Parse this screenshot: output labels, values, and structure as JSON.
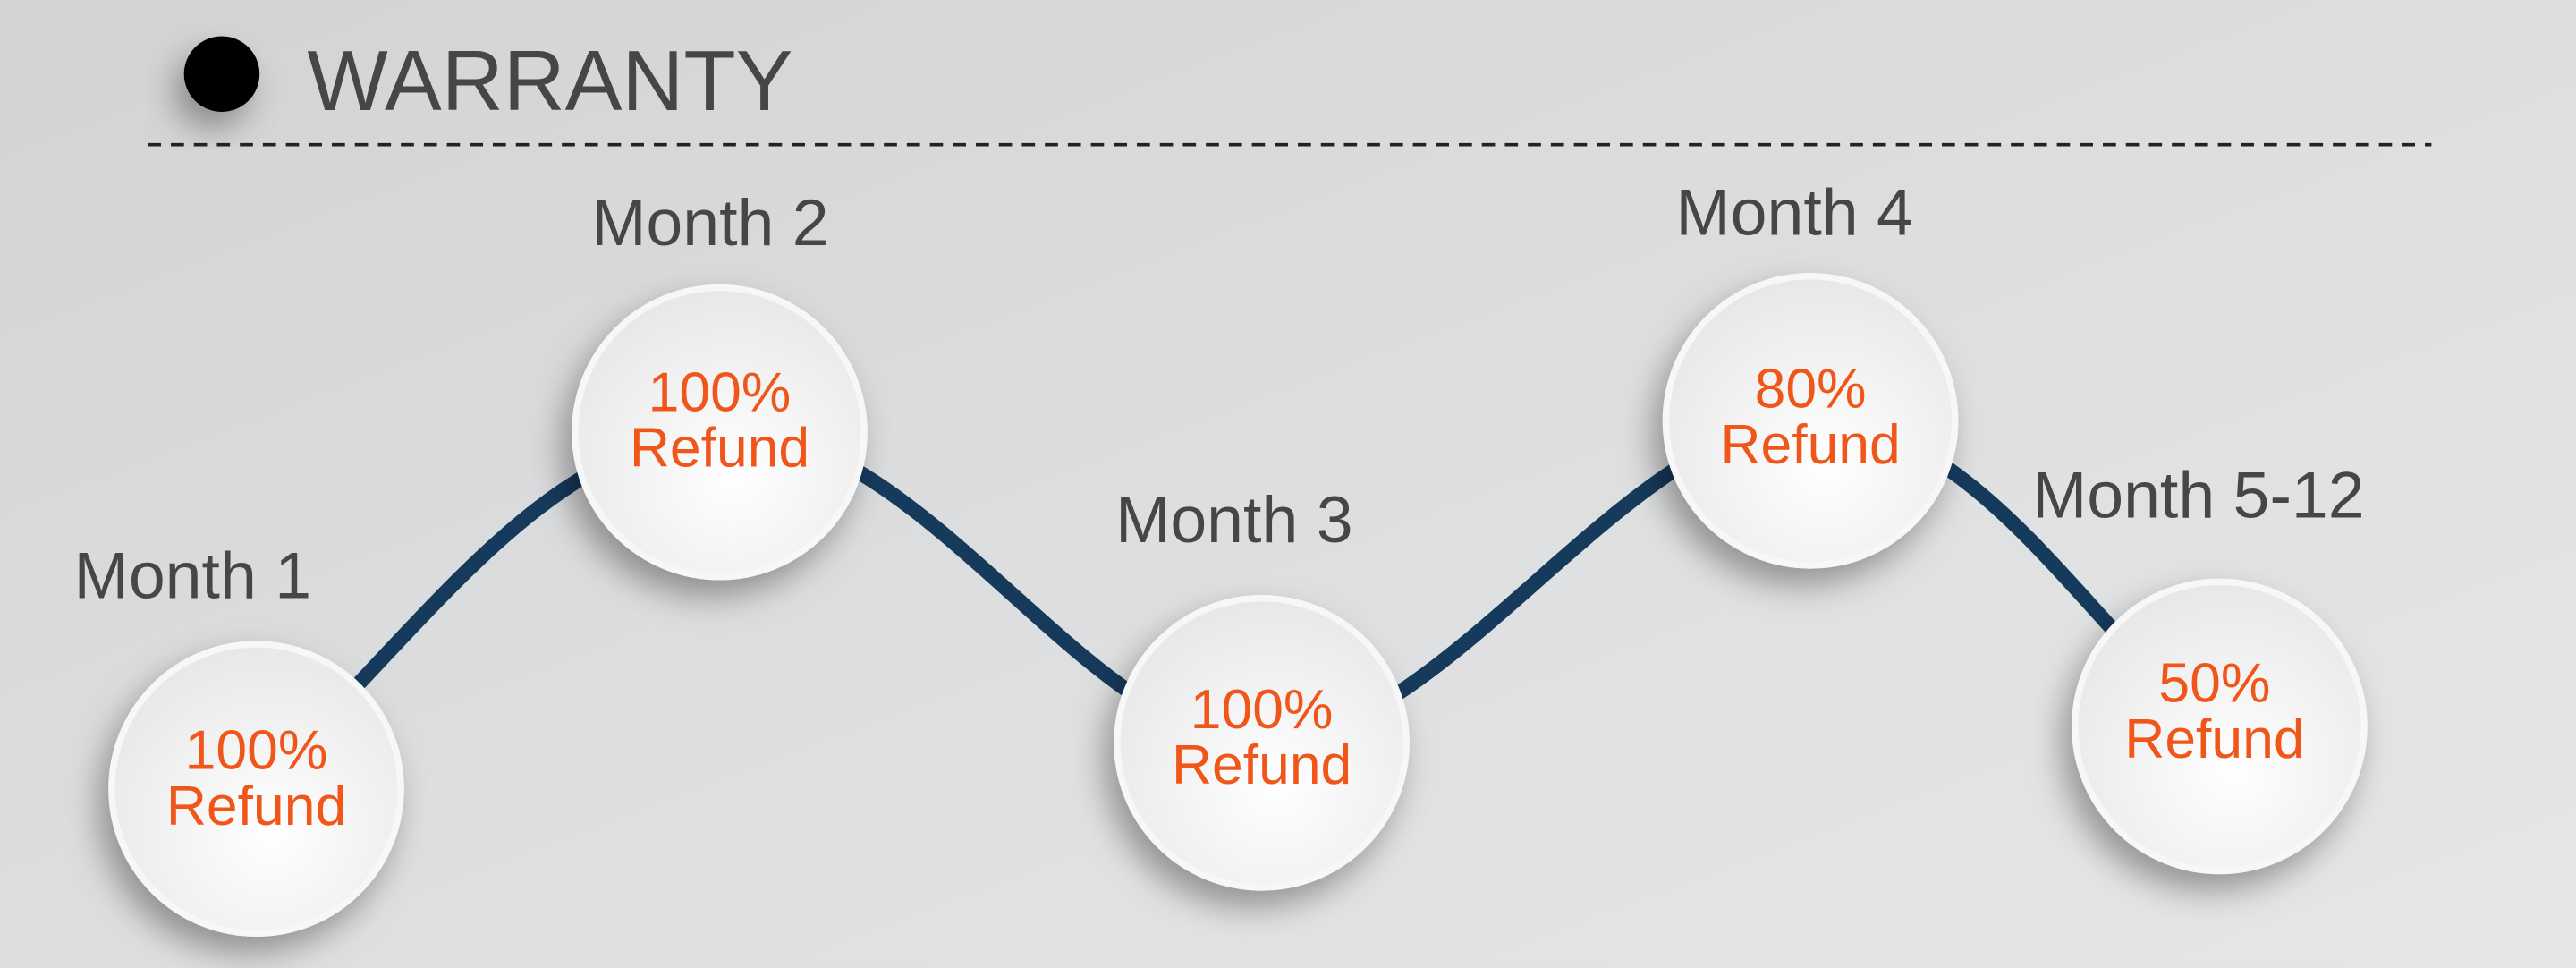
{
  "header": {
    "title": "WARRANTY"
  },
  "colors": {
    "accent": "#f0561a",
    "curve": "#163a5c",
    "text": "#464646"
  },
  "milestones": [
    {
      "month": "Month 1",
      "percent": "100%",
      "refund": "Refund"
    },
    {
      "month": "Month 2",
      "percent": "100%",
      "refund": "Refund"
    },
    {
      "month": "Month 3",
      "percent": "100%",
      "refund": "Refund"
    },
    {
      "month": "Month 4",
      "percent": "80%",
      "refund": "Refund"
    },
    {
      "month": "Month 5-12",
      "percent": "50%",
      "refund": "Refund"
    }
  ]
}
